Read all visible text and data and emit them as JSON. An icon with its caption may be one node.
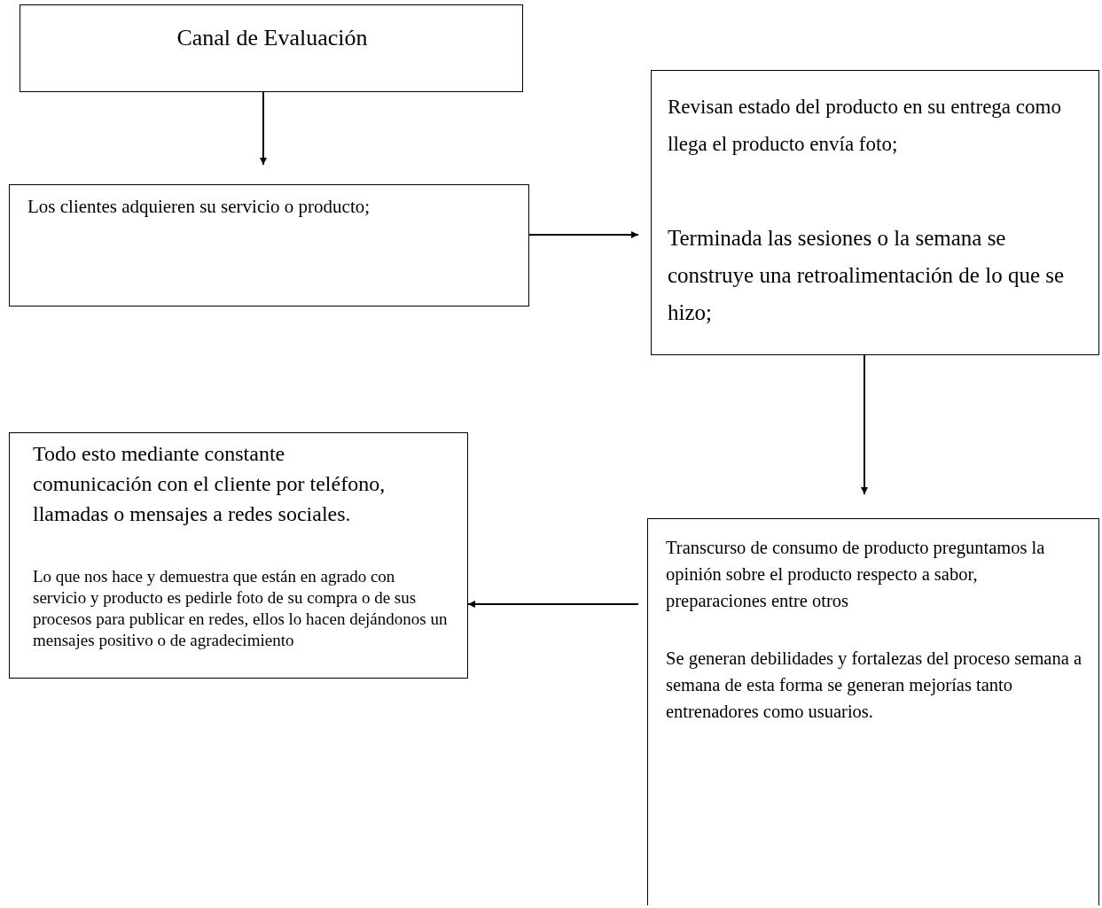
{
  "diagram": {
    "nodes": [
      {
        "text": [
          "Canal de Evaluación"
        ]
      },
      {
        "text": [
          "Los clientes  adquieren su servicio o producto;"
        ]
      },
      {
        "text": [
          "Revisan estado  del  producto en su entrega como llega el producto envía foto;",
          "Terminada las sesiones o la semana se construye una retroalimentación de lo que se hizo;"
        ]
      },
      {
        "text": [
          "Todo esto mediante constante comunicación con el cliente por teléfono, llamadas o mensajes a redes sociales.",
          "Lo que nos hace y demuestra que están en agrado con servicio y producto es pedirle foto de su compra o de sus procesos para publicar en redes, ellos lo hacen dejándonos un mensajes positivo o de agradecimiento"
        ]
      },
      {
        "text": [
          "Transcurso de consumo de producto preguntamos  la opinión sobre el producto respecto a sabor, preparaciones entre otros",
          "Se generan debilidades y fortalezas del proceso  semana a semana de esta forma se generan mejorías tanto entrenadores como usuarios."
        ]
      }
    ],
    "edges": [
      {
        "from": 0,
        "to": 1,
        "arrow": "to"
      },
      {
        "from": 1,
        "to": 2,
        "arrow": "to"
      },
      {
        "from": 2,
        "to": 4,
        "arrow": "to"
      },
      {
        "from": 4,
        "to": 3,
        "arrow": "to"
      }
    ]
  }
}
